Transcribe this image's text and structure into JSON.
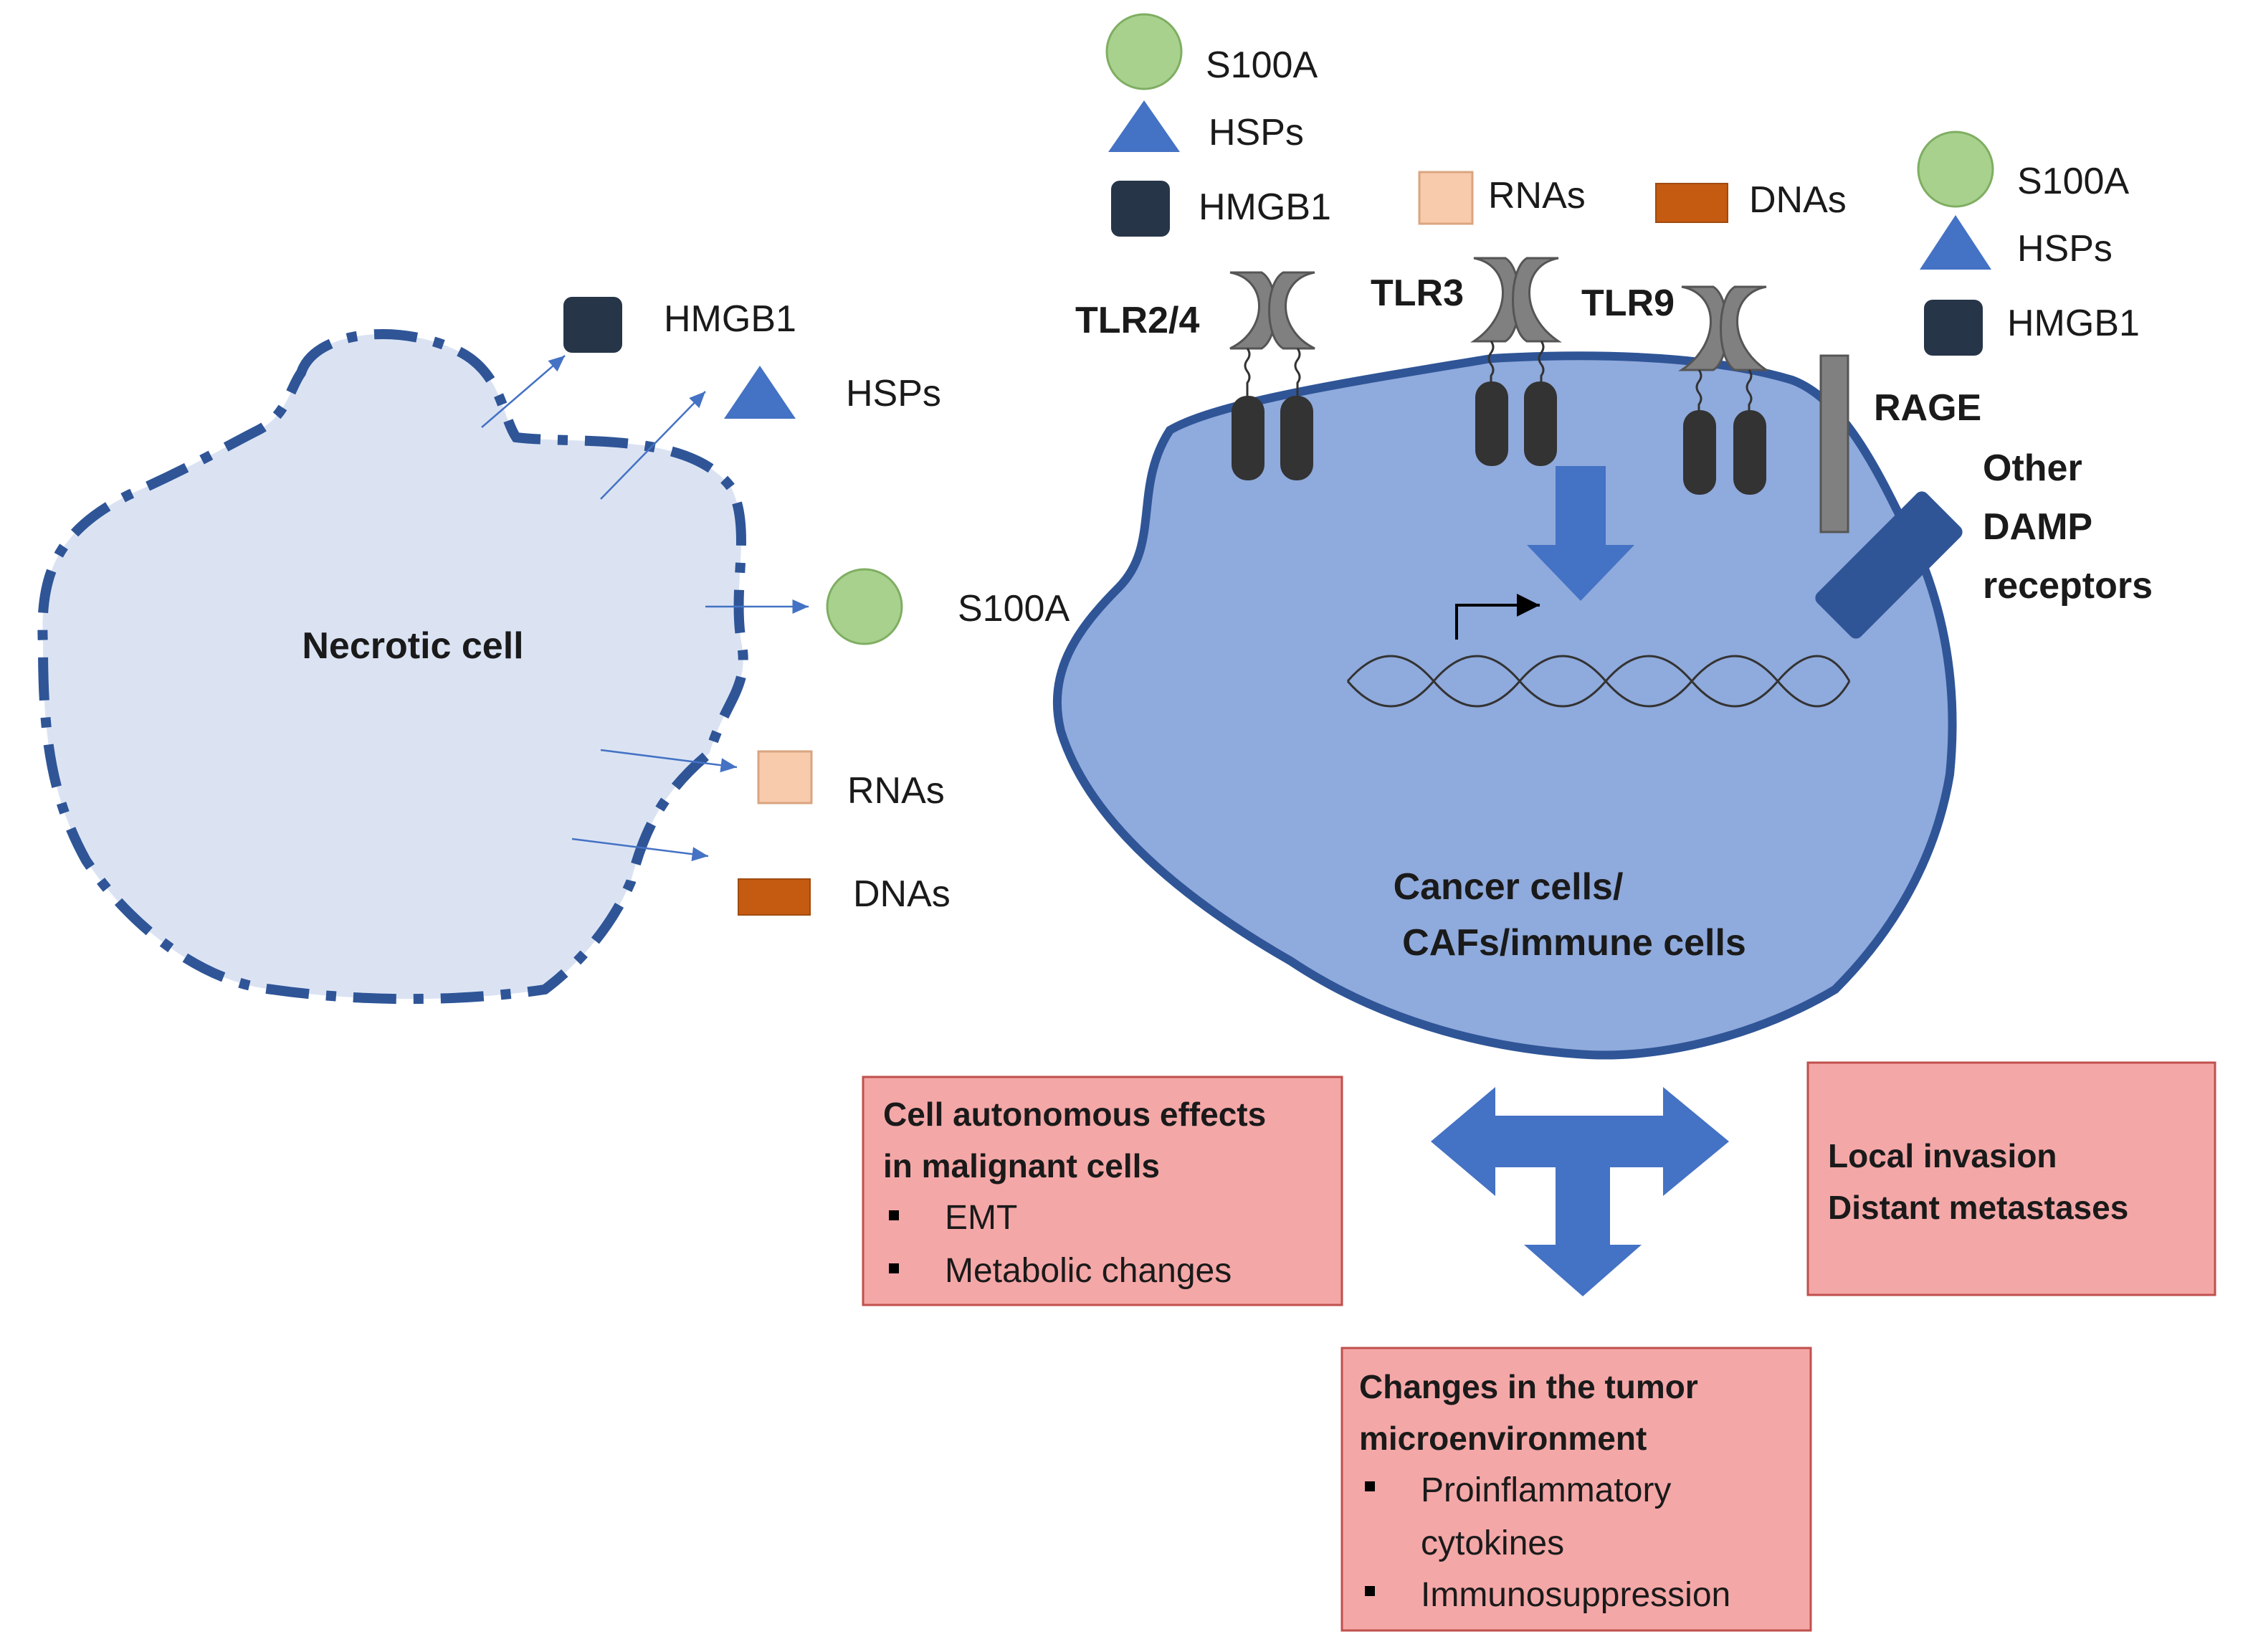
{
  "colors": {
    "necrotic_fill": "#dbe3f3",
    "outline": "#2f5597",
    "cell_fill": "#8faadc",
    "hmgb1": "#263548",
    "hsps": "#4472c4",
    "s100a": "#a9d18e",
    "rnas": "#f8cbad",
    "dnas": "#c55a11",
    "receptor": "#808080",
    "box_fill": "#f4a7a7",
    "box_border": "#c0504d",
    "arrow": "#4472c4"
  },
  "necrotic": {
    "label": "Necrotic cell",
    "released": {
      "hmgb1": "HMGB1",
      "hsps": "HSPs",
      "s100a": "S100A",
      "rnas": "RNAs",
      "dnas": "DNAs"
    }
  },
  "top_legend": {
    "s100a": "S100A",
    "hsps": "HSPs",
    "hmgb1": "HMGB1",
    "rnas": "RNAs",
    "dnas": "DNAs"
  },
  "right_legend": {
    "s100a": "S100A",
    "hsps": "HSPs",
    "hmgb1": "HMGB1"
  },
  "receptors": {
    "tlr24": "TLR2/4",
    "tlr3": "TLR3",
    "tlr9": "TLR9",
    "rage": "RAGE",
    "other": [
      "Other",
      "DAMP",
      "receptors"
    ]
  },
  "cell": {
    "label_line1": "Cancer cells/",
    "label_line2": "CAFs/immune cells"
  },
  "boxes": {
    "autonomous": {
      "title_line1": "Cell autonomous  effects",
      "title_line2": "in malignant cells",
      "items": [
        "EMT",
        "Metabolic changes"
      ]
    },
    "invasion": {
      "line1": "Local invasion",
      "line2": "Distant metastases"
    },
    "tme": {
      "title_line1": "Changes in the tumor",
      "title_line2": "microenvironment",
      "item1_line1": "Proinflammatory",
      "item1_line2": "cytokines",
      "item2": "Immunosuppression"
    }
  }
}
